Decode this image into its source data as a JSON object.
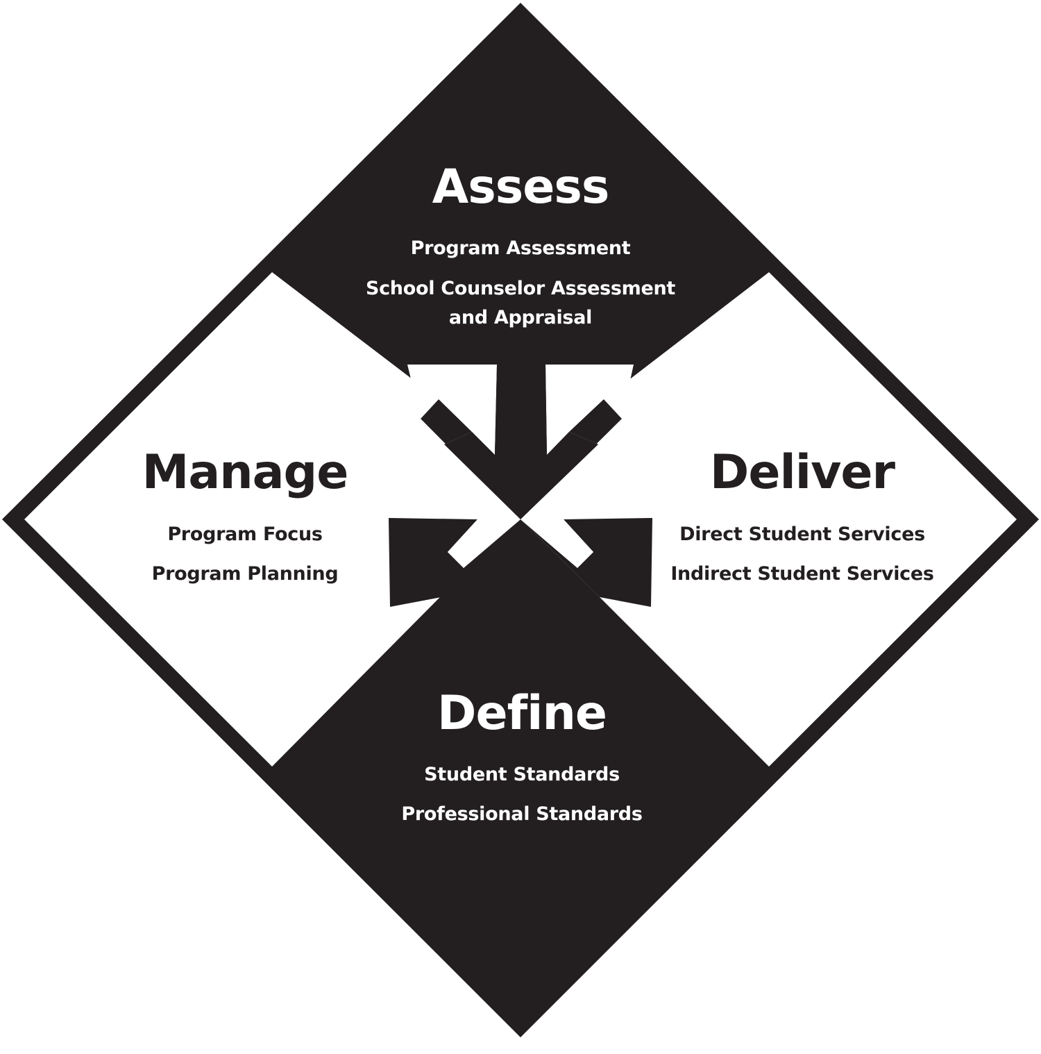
{
  "colors": {
    "dark": "#231f20",
    "light": "#ffffff"
  },
  "quadrants": {
    "assess": {
      "title": "Assess",
      "items": [
        "Program Assessment",
        "School Counselor Assessment",
        "and Appraisal"
      ]
    },
    "manage": {
      "title": "Manage",
      "items": [
        "Program Focus",
        "Program Planning"
      ]
    },
    "deliver": {
      "title": "Deliver",
      "items": [
        "Direct Student Services",
        "Indirect Student Services"
      ]
    },
    "define": {
      "title": "Define",
      "items": [
        "Student Standards",
        "Professional Standards"
      ]
    }
  }
}
